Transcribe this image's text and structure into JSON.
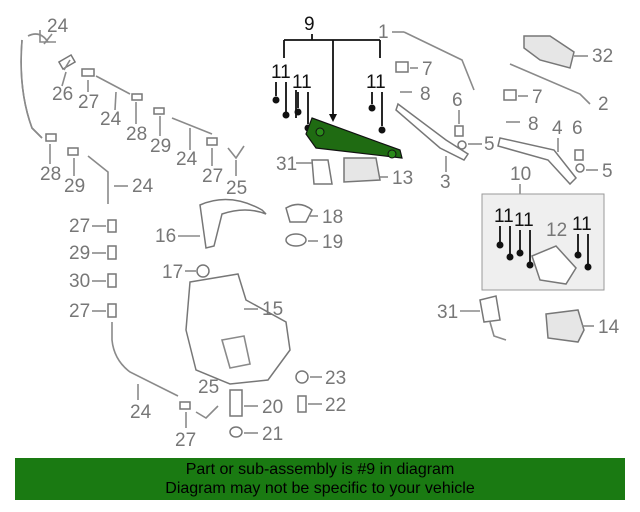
{
  "callouts": {
    "c1": "1",
    "c2": "2",
    "c3": "3",
    "c4": "4",
    "c5a": "5",
    "c5b": "5",
    "c6a": "6",
    "c6b": "6",
    "c7a": "7",
    "c7b": "7",
    "c8a": "8",
    "c8b": "8",
    "c9": "9",
    "c10": "10",
    "c11a": "11",
    "c11b": "11",
    "c11c": "11",
    "c11d": "11",
    "c11e": "11",
    "c11f": "11",
    "c12": "12",
    "c13": "13",
    "c14": "14",
    "c15": "15",
    "c16": "16",
    "c17": "17",
    "c18": "18",
    "c19": "19",
    "c20": "20",
    "c21": "21",
    "c22": "22",
    "c23": "23",
    "c24a": "24",
    "c24b": "24",
    "c24c": "24",
    "c24d": "24",
    "c25a": "25",
    "c25b": "25",
    "c26": "26",
    "c27a": "27",
    "c27b": "27",
    "c27c": "27",
    "c27d": "27",
    "c27e": "27",
    "c28a": "28",
    "c28b": "28",
    "c29a": "29",
    "c29b": "29",
    "c29c": "29",
    "c30": "30",
    "c31a": "31",
    "c31b": "31",
    "c32": "32"
  },
  "highlight_color": "#1f6b12",
  "banner": {
    "line1": "Part or sub-assembly is #9 in diagram",
    "line2": "Diagram may not be specific to your vehicle",
    "color": "#1a7a12"
  }
}
